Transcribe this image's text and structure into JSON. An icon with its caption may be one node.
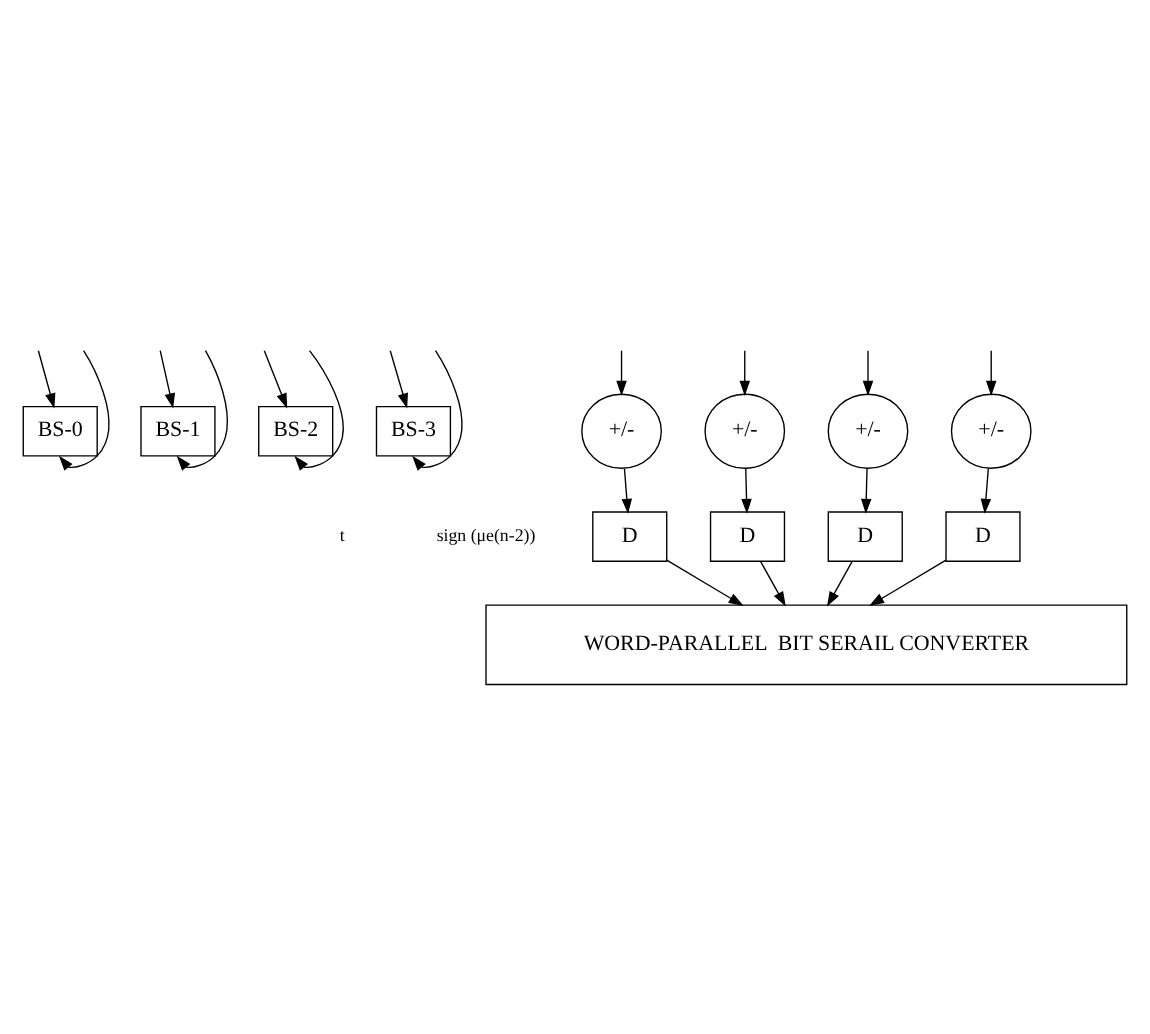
{
  "diagram": {
    "nodes": [
      {
        "text": [
          "BS-0"
        ]
      },
      {
        "text": [
          "BS-1"
        ]
      },
      {
        "text": [
          "BS-2"
        ]
      },
      {
        "text": [
          "BS-3"
        ]
      },
      {
        "text": [
          "+/-"
        ]
      },
      {
        "text": [
          "+/-"
        ]
      },
      {
        "text": [
          "+/-"
        ]
      },
      {
        "text": [
          "+/-"
        ]
      },
      {
        "text": [
          "D"
        ]
      },
      {
        "text": [
          "D"
        ]
      },
      {
        "text": [
          "D"
        ]
      },
      {
        "text": [
          "D"
        ]
      },
      {
        "text": [
          "WORD-PARALLEL  BIT SERAIL CONVERTER"
        ]
      }
    ],
    "edges": [
      {
        "from": null,
        "to": 0,
        "arrow": "to"
      },
      {
        "from": null,
        "to": 1,
        "arrow": "to"
      },
      {
        "from": null,
        "to": 2,
        "arrow": "to"
      },
      {
        "from": null,
        "to": 3,
        "arrow": "to"
      },
      {
        "from": null,
        "to": 0,
        "arrow": "to"
      },
      {
        "from": null,
        "to": 1,
        "arrow": "to"
      },
      {
        "from": null,
        "to": 2,
        "arrow": "to"
      },
      {
        "from": null,
        "to": 3,
        "arrow": "to"
      },
      {
        "from": null,
        "to": 4,
        "arrow": "to"
      },
      {
        "from": null,
        "to": 5,
        "arrow": "to"
      },
      {
        "from": null,
        "to": 6,
        "arrow": "to"
      },
      {
        "from": null,
        "to": 7,
        "arrow": "to"
      },
      {
        "from": 4,
        "to": 8,
        "arrow": "to"
      },
      {
        "from": 5,
        "to": 9,
        "arrow": "to"
      },
      {
        "from": 6,
        "to": 10,
        "arrow": "to"
      },
      {
        "from": 7,
        "to": 11,
        "arrow": "to"
      },
      {
        "from": 8,
        "to": 12,
        "arrow": "to"
      },
      {
        "from": 9,
        "to": 12,
        "arrow": "to"
      },
      {
        "from": 10,
        "to": 12,
        "arrow": "to"
      },
      {
        "from": 11,
        "to": 12,
        "arrow": "to"
      }
    ],
    "labels": [
      "t",
      "sign (μe(n-2))"
    ]
  }
}
